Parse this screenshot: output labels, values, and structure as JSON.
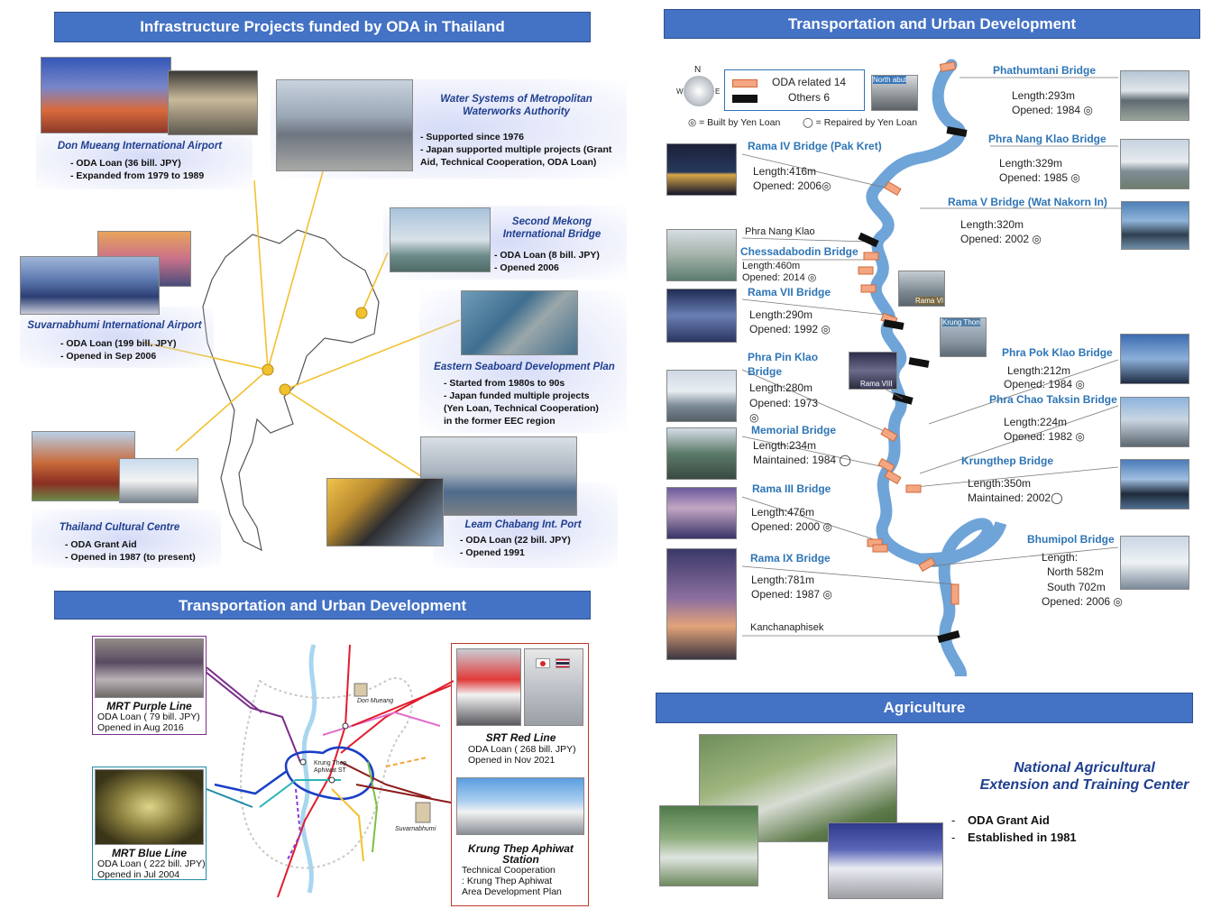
{
  "header_left": "Infrastructure Projects funded by ODA in Thailand",
  "header_left_bottom": "Transportation and Urban Development",
  "header_right": "Transportation and Urban Development",
  "header_agri": "Agriculture",
  "projects": {
    "don_mueang": {
      "title": "Don Mueang International Airport",
      "items": [
        "- ODA Loan (36 bill. JPY)",
        "- Expanded  from 1979 to 1989"
      ]
    },
    "water": {
      "title1": "Water Systems of Metropolitan",
      "title2": "Waterworks Authority",
      "items": [
        "-   Supported since 1976",
        "-   Japan supported multiple projects (Grant",
        "     Aid, Technical Cooperation, ODA Loan)"
      ]
    },
    "mekong": {
      "title1": "Second Mekong",
      "title2": "International  Bridge",
      "items": [
        "-   ODA Loan (8 bill. JPY)",
        "-   Opened 2006"
      ]
    },
    "suvarnabhumi": {
      "title": "Suvarnabhumi  International  Airport",
      "items": [
        "- ODA Loan (199 bill. JPY)",
        "- Opened in Sep 2006"
      ]
    },
    "eastern": {
      "title": "Eastern Seaboard Development Plan",
      "items": [
        "-   Started from 1980s to 90s",
        "-   Japan funded multiple  projects",
        "     (Yen Loan, Technical Cooperation)",
        "     in the former EEC region"
      ]
    },
    "cultural": {
      "title": "Thailand  Cultural  Centre",
      "items": [
        "- ODA Grant Aid",
        "- Opened in 1987  (to present)"
      ]
    },
    "port": {
      "title": "Leam Chabang  Int. Port",
      "items": [
        "-   ODA Loan (22  bill. JPY)",
        "-   Opened 1991"
      ]
    }
  },
  "rail": {
    "purple": {
      "title": "MRT Purple Line",
      "l1": "ODA Loan ( 79 bill. JPY)",
      "l2": "Opened in Aug 2016"
    },
    "blue": {
      "title": "MRT Blue Line",
      "l1": "ODA Loan ( 222 bill. JPY)",
      "l2": "Opened in Jul 2004"
    },
    "red": {
      "title": "SRT Red Line",
      "l1": "ODA Loan ( 268 bill. JPY)",
      "l2": "Opened in Nov 2021"
    },
    "station": {
      "title1": "Krung Thep Aphiwat",
      "title2": "Station",
      "l1": "Technical Cooperation",
      "l2": ": Krung Thep Aphiwat",
      "l3": "Area Development Plan"
    },
    "map_labels": {
      "don_mueang": "Don Mueang",
      "krung_thep": "Krung Thep",
      "aphiwat": "Aphiwat  ST",
      "suvarnabhumi": "Suvarnabhumi"
    }
  },
  "legend": {
    "compass_n": "N",
    "compass_w": "W",
    "compass_e": "E",
    "oda": "ODA related 14",
    "others": "Others  6",
    "north_label": "North abut",
    "built": "◎ = Built by Yen Loan",
    "repaired": "◯ = Repaired by Yen Loan"
  },
  "bridges": [
    {
      "name": "Phathumtani Bridge",
      "l1": "Length:293m",
      "l2": "Opened: 1984 ◎"
    },
    {
      "name": "Rama IV Bridge (Pak Kret)",
      "l1": "Length:416m",
      "l2": "Opened: 2006◎"
    },
    {
      "name": "Phra Nang Klao Bridge",
      "l1": "Length:329m",
      "l2": "Opened: 1985 ◎"
    },
    {
      "name": "Rama V Bridge (Wat Nakorn In)",
      "l1": "Length:320m",
      "l2": "Opened: 2002 ◎"
    },
    {
      "name": "Chessadabodin Bridge",
      "l1": "Length:460m",
      "l2": "Opened: 2014 ◎"
    },
    {
      "name": "Rama VII Bridge",
      "l1": "Length:290m",
      "l2": "Opened: 1992 ◎"
    },
    {
      "name": "Phra Pok Klao Bridge",
      "l1": "Length:212m",
      "l2": "Opened: 1984 ◎"
    },
    {
      "name": "Phra Pin Klao",
      "name2": "Bridge",
      "l1": "Length:280m",
      "l2": "Opened: 1973",
      "l3": "◎"
    },
    {
      "name": "Phra Chao Taksin Bridge",
      "l1": "Length:224m",
      "l2": "Opened: 1982 ◎"
    },
    {
      "name": "Memorial Bridge",
      "l1": "Length:234m",
      "l2": "Maintained: 1984 ◯"
    },
    {
      "name": "Krungthep Bridge",
      "l1": "Length:350m",
      "l2": "Maintained: 2002◯"
    },
    {
      "name": "Rama III Bridge",
      "l1": "Length:476m",
      "l2": "Opened: 2000 ◎"
    },
    {
      "name": "Bhumipol Bridge",
      "l1": "Length:",
      "l2": "North 582m",
      "l3": "South 702m",
      "l4": "Opened: 2006 ◎"
    },
    {
      "name": "Rama IX Bridge",
      "l1": "Length:781m",
      "l2": "Opened: 1987 ◎"
    }
  ],
  "other_bridges": {
    "phra_nang_klao": "Phra Nang Klao",
    "kanchanaphisek": "Kanchanaphisek",
    "rama6": "Rama VI",
    "krungthon": "Krung Thon",
    "rama8": "Rama VIII"
  },
  "agri": {
    "title1": "National Agricultural",
    "title2": "Extension and Training Center",
    "b1": "ODA Grant Aid",
    "b2": "Established in 1981",
    "dash": "-"
  }
}
